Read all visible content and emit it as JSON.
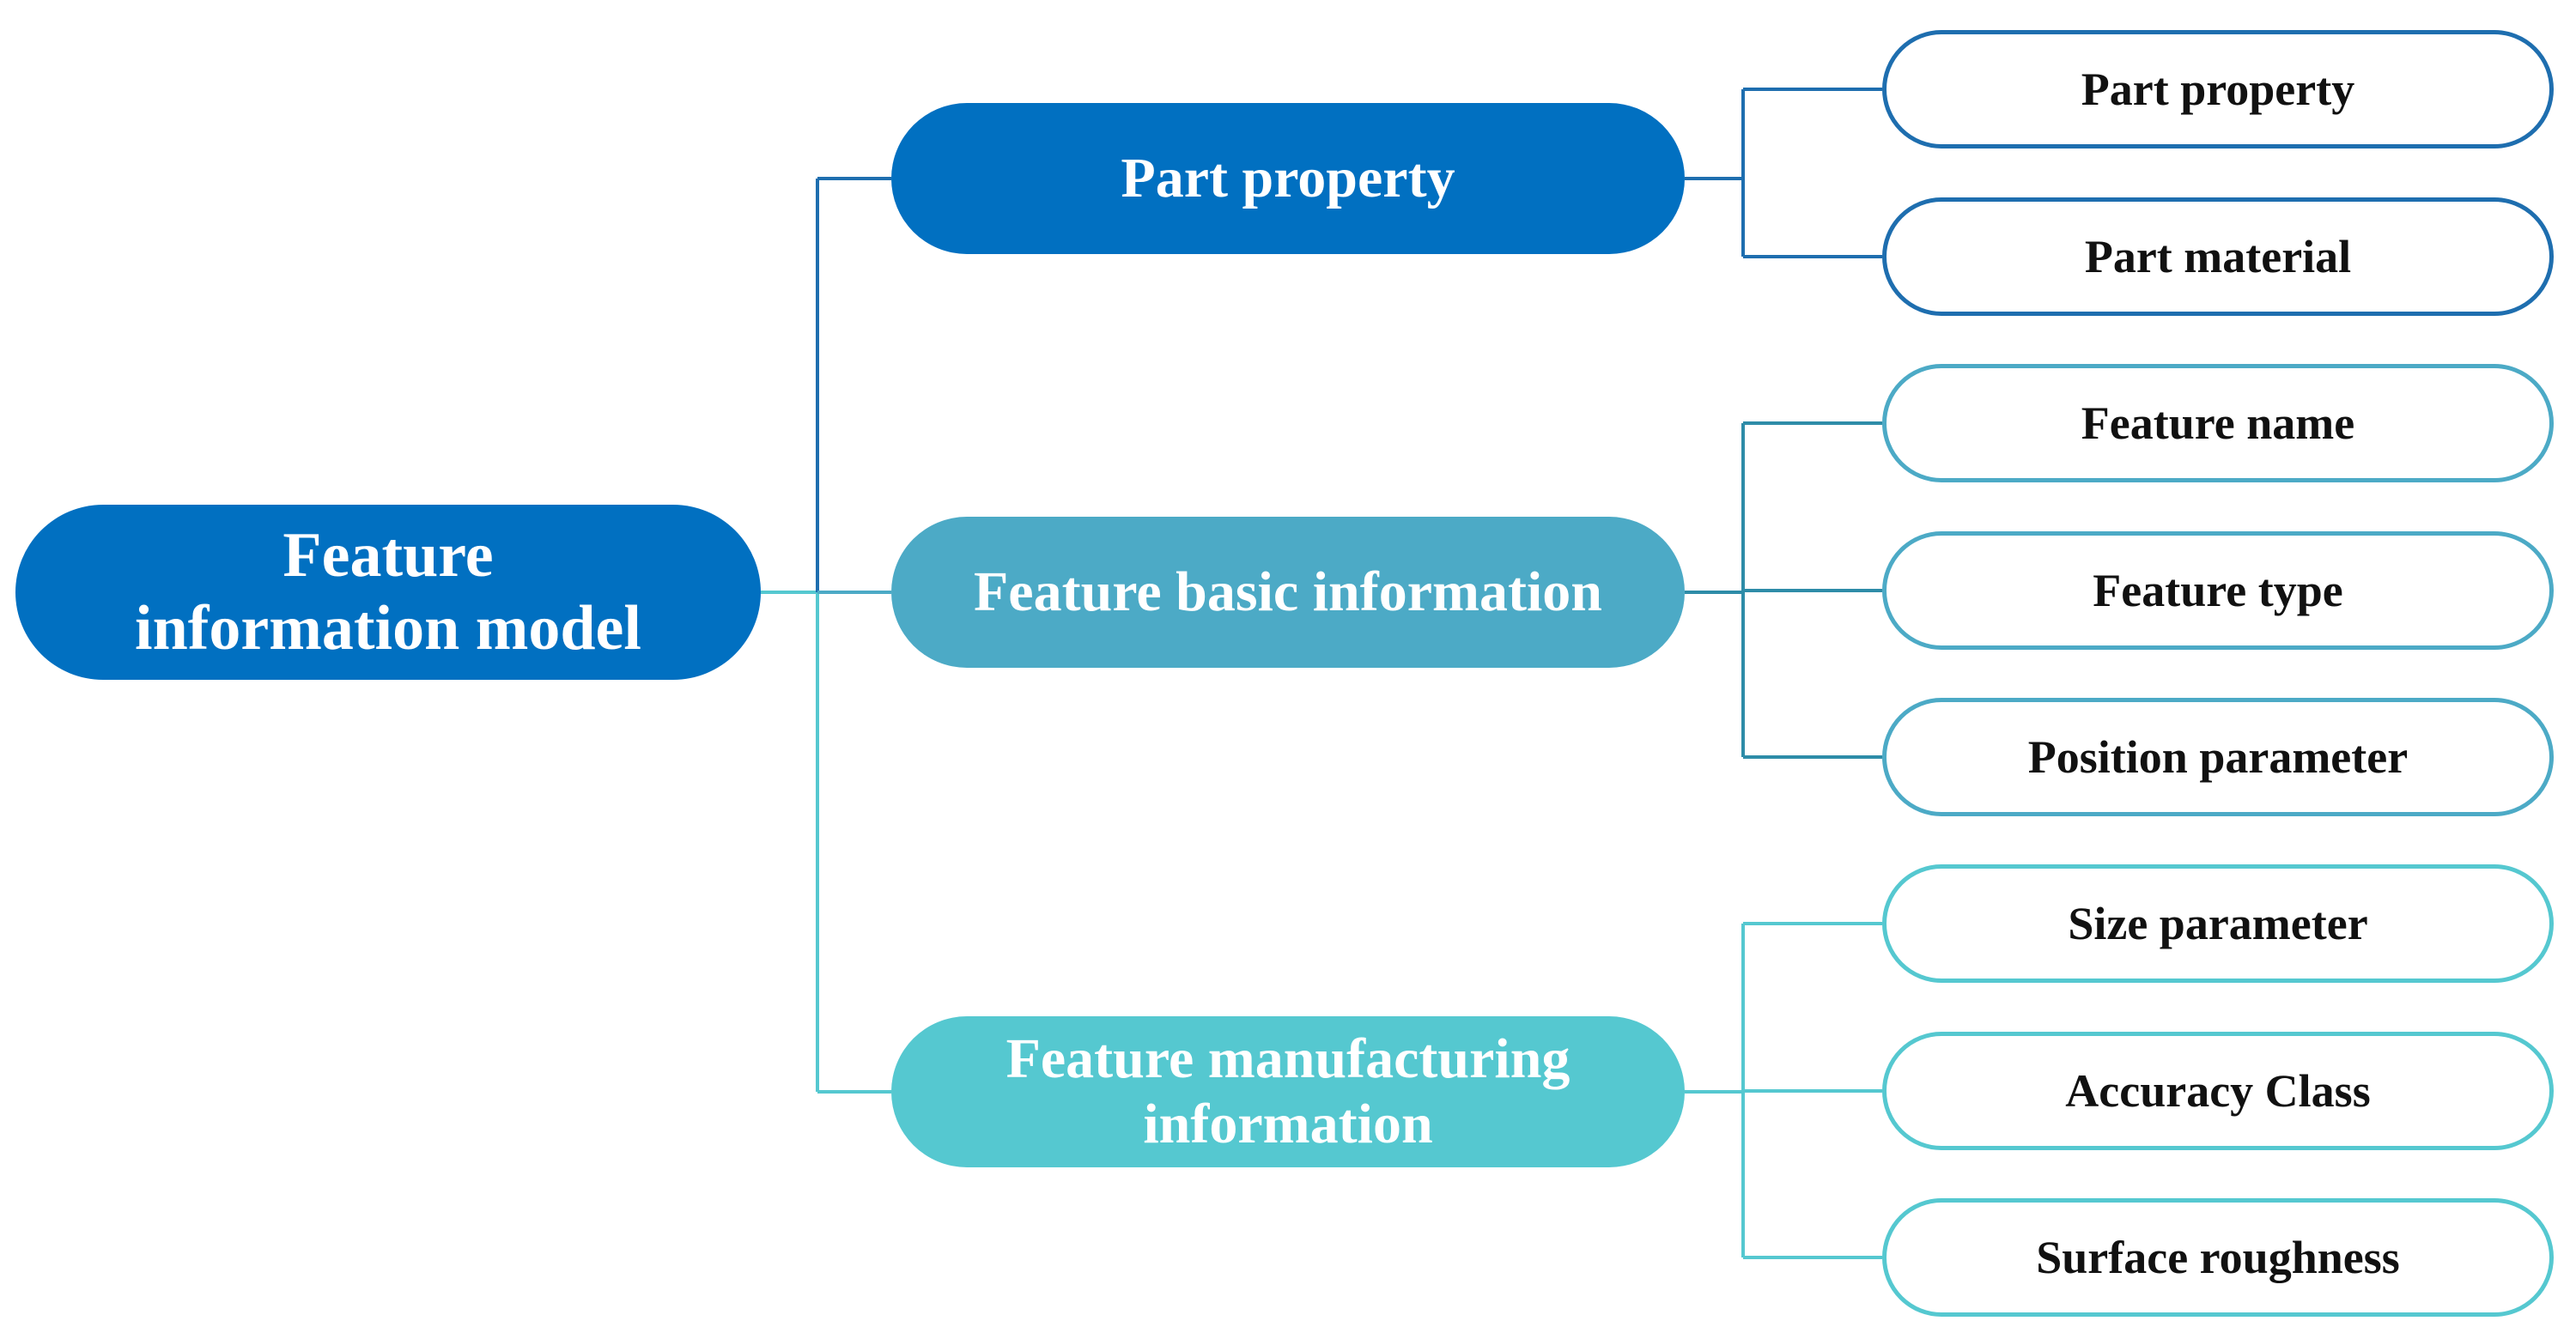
{
  "root": {
    "label": "Feature information model",
    "color": "#0170C1"
  },
  "categories": [
    {
      "label": "Part property",
      "color": "#0170C1",
      "children": [
        "Part property",
        "Part material"
      ]
    },
    {
      "label": "Feature basic information",
      "color": "#4CAAC6",
      "children": [
        "Feature name",
        "Feature type",
        "Position parameter"
      ]
    },
    {
      "label": "Feature manufacturing information",
      "color": "#55C8D0",
      "children": [
        "Size parameter",
        "Accuracy Class",
        "Surface roughness"
      ]
    }
  ]
}
